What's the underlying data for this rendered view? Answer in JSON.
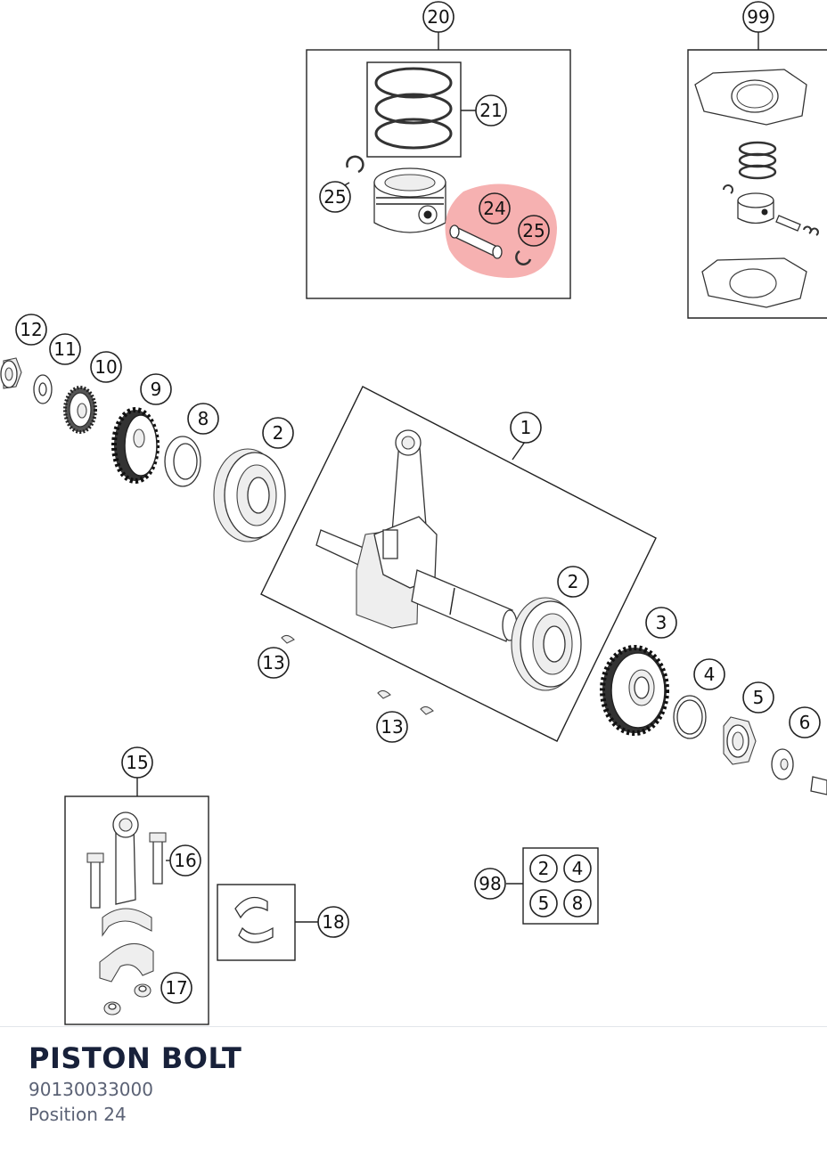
{
  "diagram": {
    "highlight_color": "#f4a3a3",
    "callouts": {
      "c20": "20",
      "c99": "99",
      "c21": "21",
      "c25a": "25",
      "c24": "24",
      "c25b": "25",
      "c12": "12",
      "c11": "11",
      "c10": "10",
      "c9": "9",
      "c8": "8",
      "c2a": "2",
      "c1": "1",
      "c2b": "2",
      "c3": "3",
      "c4": "4",
      "c5": "5",
      "c6": "6",
      "c13a": "13",
      "c13b": "13",
      "c15": "15",
      "c16": "16",
      "c17": "17",
      "c18": "18",
      "c98": "98",
      "k2": "2",
      "k4": "4",
      "k5": "5",
      "k8": "8"
    }
  },
  "selected_part": {
    "name": "PISTON BOLT",
    "number": "90130033000",
    "position": "Position 24"
  }
}
